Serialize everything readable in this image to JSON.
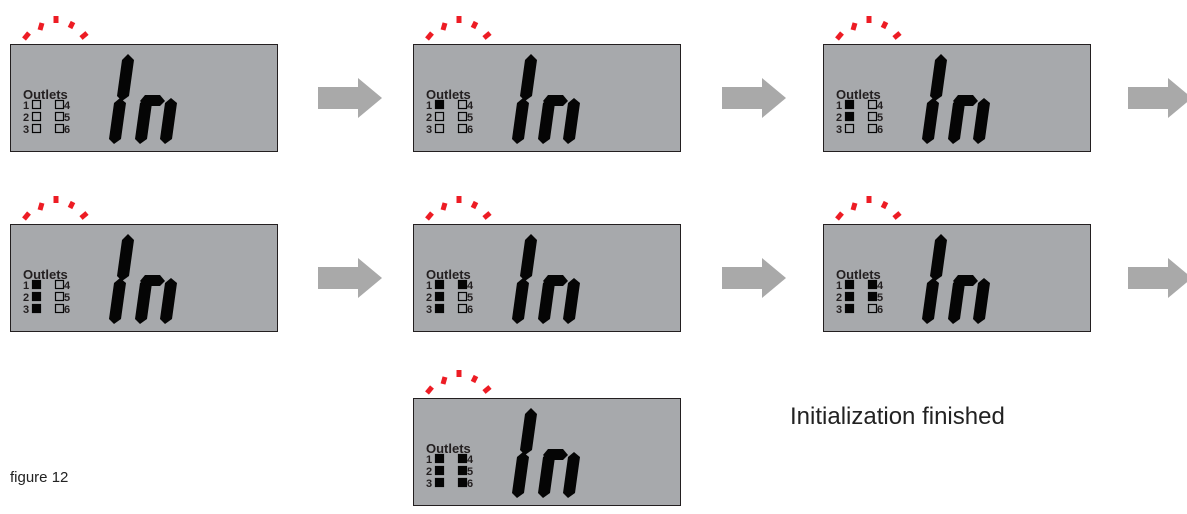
{
  "colors": {
    "lcd_background": "#a7a9ac",
    "lcd_border": "#231f20",
    "segment_color": "#050505",
    "blink_color": "#ed1c24",
    "arrow_color": "#a9a9a9",
    "text_color": "#231f20"
  },
  "display_text": "In",
  "outlets_label": "Outlets",
  "panels": [
    {
      "row": 1,
      "col": 1,
      "outlets": [
        {
          "n": "1",
          "on": false
        },
        {
          "n": "2",
          "on": false
        },
        {
          "n": "3",
          "on": false
        },
        {
          "n": "4",
          "on": false
        },
        {
          "n": "5",
          "on": false
        },
        {
          "n": "6",
          "on": false
        }
      ],
      "arrow_after": true
    },
    {
      "row": 1,
      "col": 2,
      "outlets": [
        {
          "n": "1",
          "on": true
        },
        {
          "n": "2",
          "on": false
        },
        {
          "n": "3",
          "on": false
        },
        {
          "n": "4",
          "on": false
        },
        {
          "n": "5",
          "on": false
        },
        {
          "n": "6",
          "on": false
        }
      ],
      "arrow_after": true
    },
    {
      "row": 1,
      "col": 3,
      "outlets": [
        {
          "n": "1",
          "on": true
        },
        {
          "n": "2",
          "on": true
        },
        {
          "n": "3",
          "on": false
        },
        {
          "n": "4",
          "on": false
        },
        {
          "n": "5",
          "on": false
        },
        {
          "n": "6",
          "on": false
        }
      ],
      "arrow_after": true
    },
    {
      "row": 2,
      "col": 1,
      "outlets": [
        {
          "n": "1",
          "on": true
        },
        {
          "n": "2",
          "on": true
        },
        {
          "n": "3",
          "on": true
        },
        {
          "n": "4",
          "on": false
        },
        {
          "n": "5",
          "on": false
        },
        {
          "n": "6",
          "on": false
        }
      ],
      "arrow_after": true
    },
    {
      "row": 2,
      "col": 2,
      "outlets": [
        {
          "n": "1",
          "on": true
        },
        {
          "n": "2",
          "on": true
        },
        {
          "n": "3",
          "on": true
        },
        {
          "n": "4",
          "on": true
        },
        {
          "n": "5",
          "on": false
        },
        {
          "n": "6",
          "on": false
        }
      ],
      "arrow_after": true
    },
    {
      "row": 2,
      "col": 3,
      "outlets": [
        {
          "n": "1",
          "on": true
        },
        {
          "n": "2",
          "on": true
        },
        {
          "n": "3",
          "on": true
        },
        {
          "n": "4",
          "on": true
        },
        {
          "n": "5",
          "on": true
        },
        {
          "n": "6",
          "on": false
        }
      ],
      "arrow_after": true
    },
    {
      "row": 3,
      "col": 2,
      "outlets": [
        {
          "n": "1",
          "on": true
        },
        {
          "n": "2",
          "on": true
        },
        {
          "n": "3",
          "on": true
        },
        {
          "n": "4",
          "on": true
        },
        {
          "n": "5",
          "on": true
        },
        {
          "n": "6",
          "on": true
        }
      ],
      "arrow_after": false
    }
  ],
  "caption": "Initialization finished",
  "figure_label": "figure 12"
}
